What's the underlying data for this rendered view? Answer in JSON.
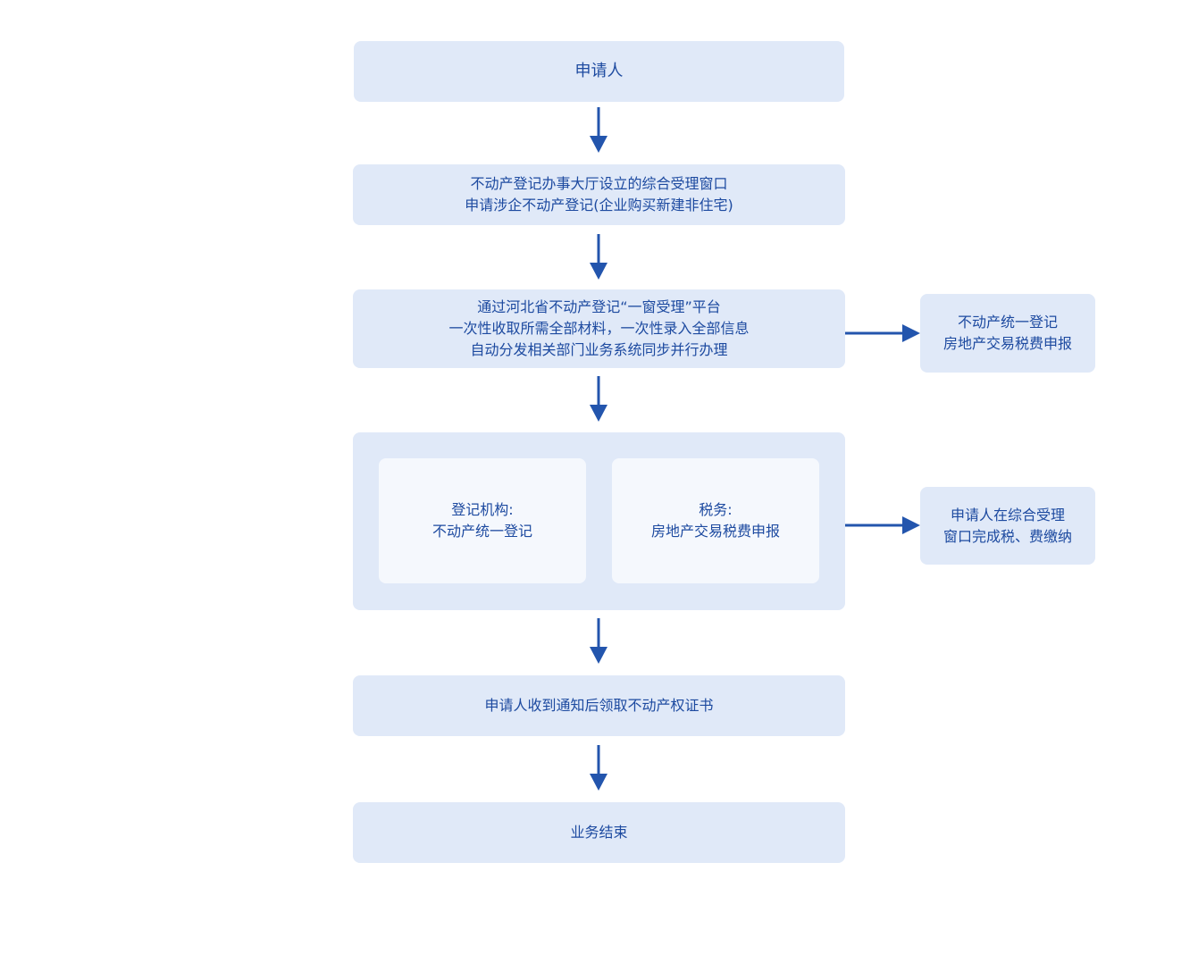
{
  "nodes": {
    "applicant": {
      "lines": [
        "申请人"
      ]
    },
    "window": {
      "lines": [
        "不动产登记办事大厅设立的综合受理窗口",
        "申请涉企不动产登记(企业购买新建非住宅)"
      ]
    },
    "platform": {
      "lines": [
        "通过河北省不动产登记“一窗受理”平台",
        "一次性收取所需全部材料，一次性录入全部信息",
        "自动分发相关部门业务系统同步并行办理"
      ]
    },
    "parallel": {
      "registration": {
        "lines": [
          "登记机构:",
          "不动产统一登记"
        ]
      },
      "tax": {
        "lines": [
          "税务:",
          "房地产交易税费申报"
        ]
      }
    },
    "certificate": {
      "lines": [
        "申请人收到通知后领取不动产权证书"
      ]
    },
    "end": {
      "lines": [
        "业务结束"
      ]
    },
    "side_platform": {
      "lines": [
        "不动产统一登记",
        "房地产交易税费申报"
      ]
    },
    "side_payment": {
      "lines": [
        "申请人在综合受理",
        "窗口完成税、费缴纳"
      ]
    }
  },
  "colors": {
    "box_fill": "#e0e9f8",
    "inner_fill": "#f5f8fd",
    "text": "#1d4aa0",
    "arrow": "#2355ad"
  }
}
